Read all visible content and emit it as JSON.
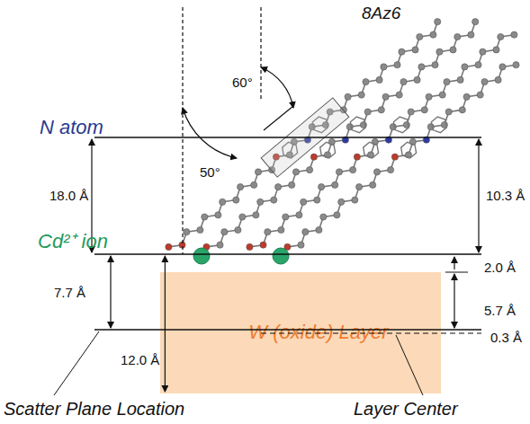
{
  "diagram": {
    "nodes": [
      {
        "text": [
          "W (oxide) Layer"
        ]
      }
    ],
    "labels": [
      "8Az6",
      "60°",
      "50°",
      "N atom",
      "18.0 Å",
      "10.3 Å",
      "Cd²⁺ ion",
      "2.0 Å",
      "7.7 Å",
      "5.7 Å",
      "0.3 Å",
      "12.0 Å",
      "Scatter Plane Location",
      "Layer Center"
    ]
  }
}
